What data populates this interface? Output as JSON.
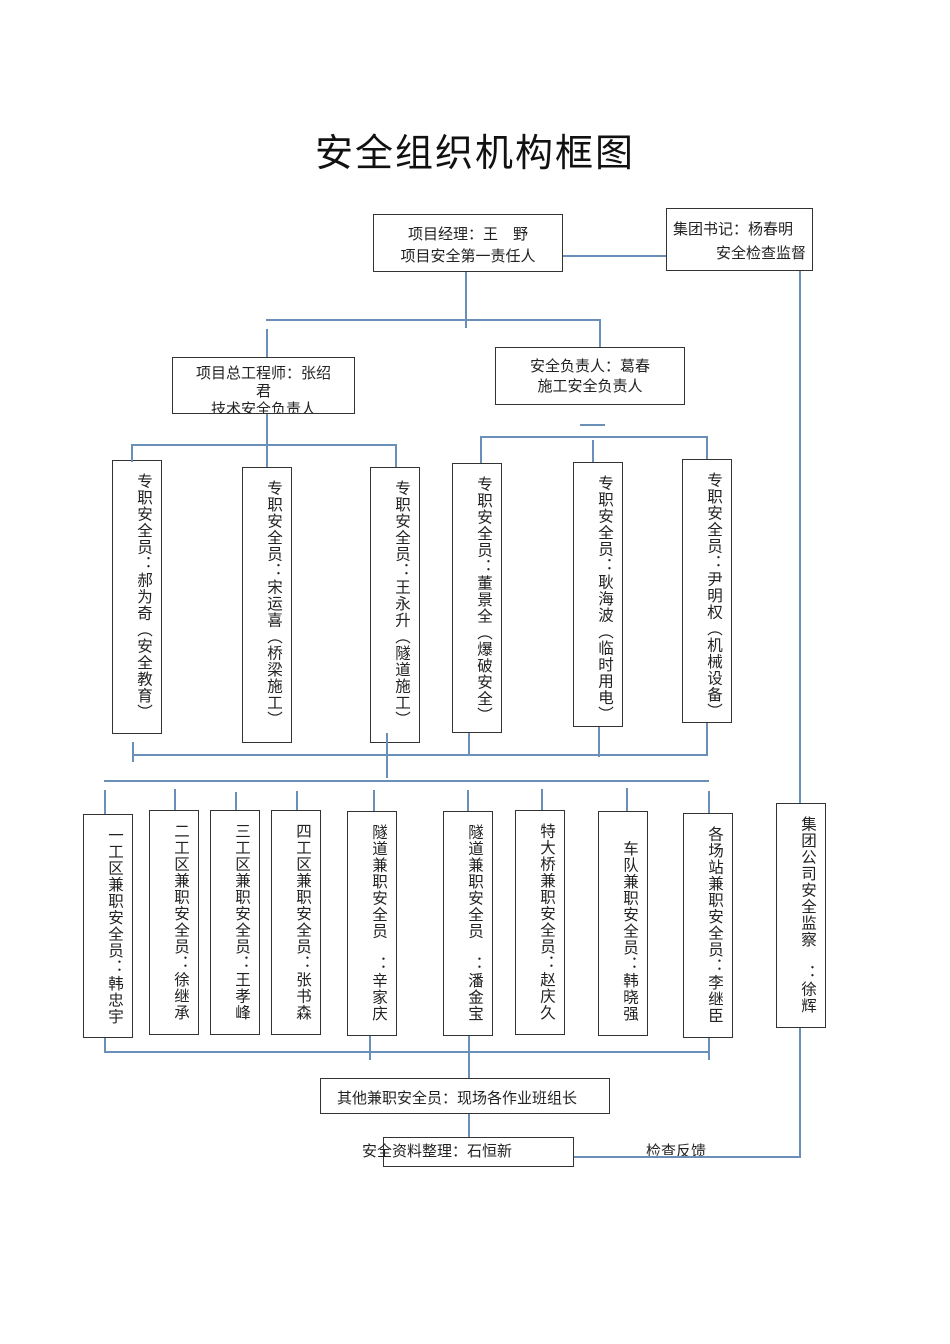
{
  "title": "安全组织机构框图",
  "top": {
    "manager": {
      "line1": "项目经理：王　野",
      "line2": "项目安全第一责任人"
    },
    "secretary": {
      "line1": "集团书记：杨春明",
      "line2": "安全检查监督"
    }
  },
  "second": {
    "chief_engineer": {
      "line1": "项目总工程师：张绍",
      "line2": "君",
      "line3": "技术安全负责人"
    },
    "safety_lead": {
      "line1": "安全负责人：葛春",
      "line2": "施工安全负责人"
    }
  },
  "officers": [
    {
      "text": "专职安全员：郝为奇（安全教育）"
    },
    {
      "text": "专职安全员：宋运喜（桥梁施工）"
    },
    {
      "text": "专职安全员：王永升（隧道施工）"
    },
    {
      "text": "专职安全员：董景全（爆破安全）"
    },
    {
      "text": "专职安全员：耿海波（临时用电）"
    },
    {
      "text": "专职安全员：尹明权（机械设备）"
    }
  ],
  "part_time": [
    {
      "text": "一工区兼职安全员：韩忠宇"
    },
    {
      "text": "二工区兼职安全员：徐继承"
    },
    {
      "text": "三工区兼职安全员：王孝峰"
    },
    {
      "text": "四工区兼职安全员：张书森"
    },
    {
      "text": "隧道兼职安全员　：辛家庆"
    },
    {
      "text": "隧道兼职安全员　：潘金宝"
    },
    {
      "text": "特大桥兼职安全员：赵庆久"
    },
    {
      "text": "　车队兼职安全员：韩晓强"
    },
    {
      "text": "各场站兼职安全员：李继臣"
    }
  ],
  "group_supervisor": {
    "text": "集团公司安全监察　：徐辉"
  },
  "others": {
    "text": "其他兼职安全员：现场各作业班组长"
  },
  "records": {
    "text": "安全资料整理：石恒新"
  },
  "feedback": {
    "text": "检查反馈"
  },
  "colors": {
    "connector": "#6a8fb8",
    "border": "#333333"
  }
}
